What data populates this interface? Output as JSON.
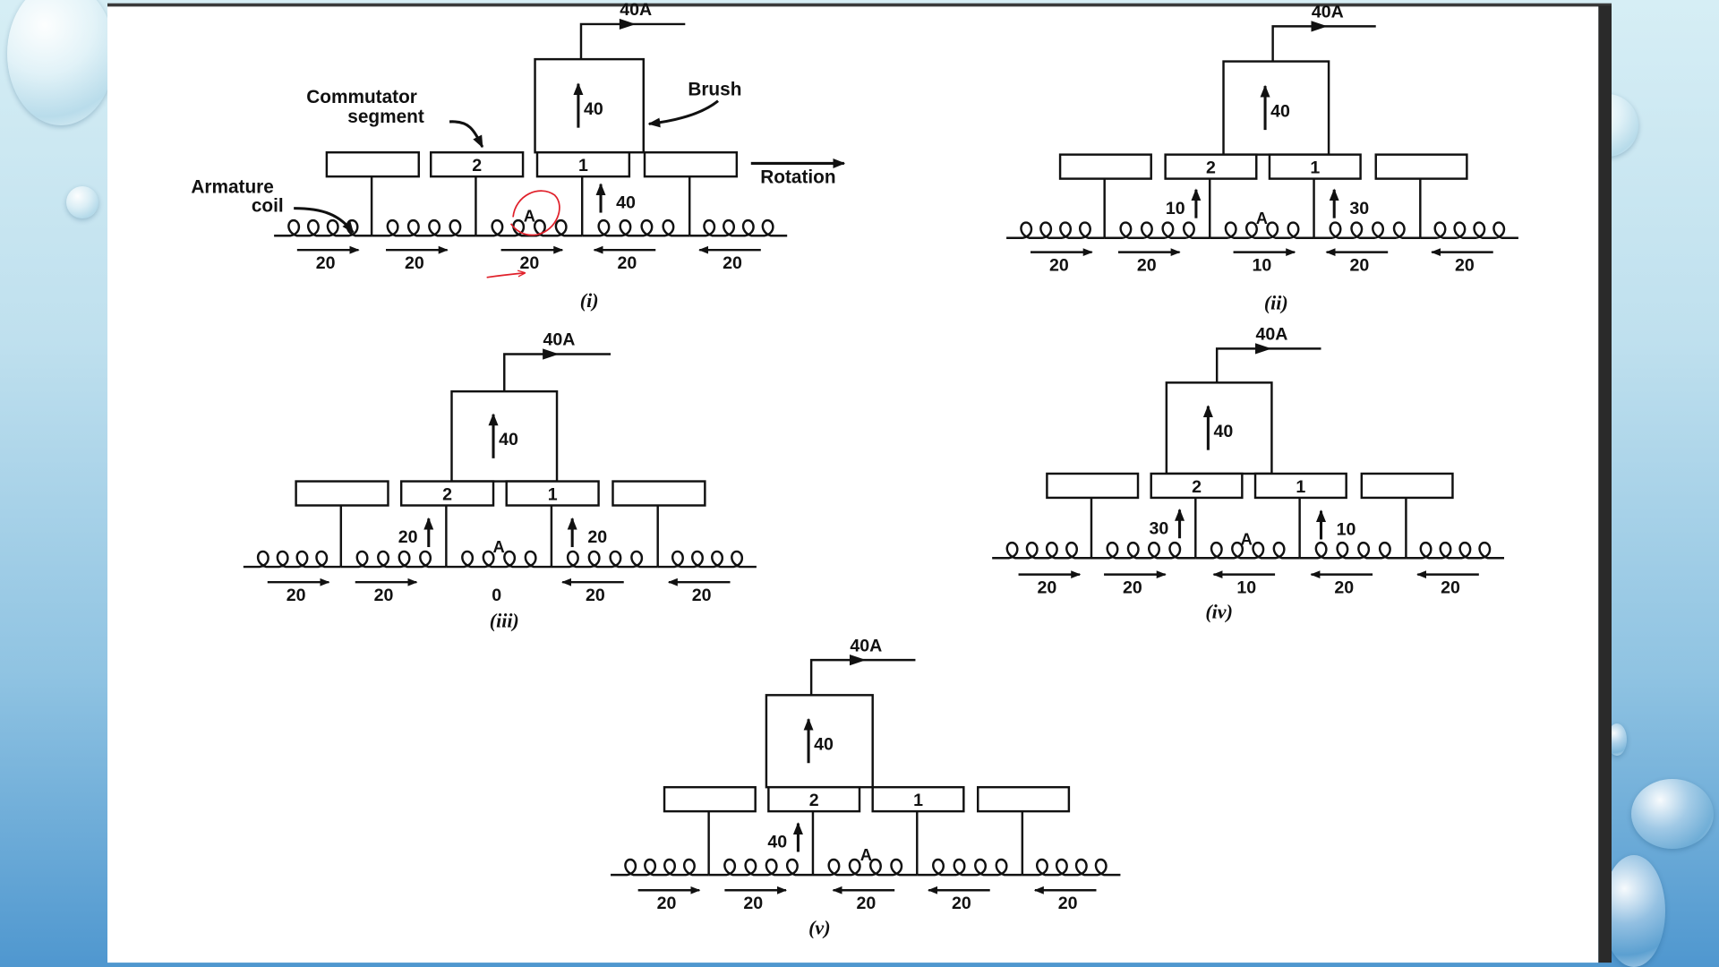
{
  "labels": {
    "commutator_segment": [
      "Commutator",
      "segment"
    ],
    "brush": "Brush",
    "rotation": "Rotation",
    "armature_coil": [
      "Armature",
      "coil"
    ]
  },
  "colors": {
    "ink": "#111111",
    "annotation": "#e0202a",
    "slide": "#ffffff",
    "frame": "#2a2a2a"
  },
  "diagrams": [
    {
      "caption": "(i)",
      "lead_label": "40A",
      "brush_current": "40",
      "segments": [
        "",
        "2",
        "1",
        ""
      ],
      "coil_label": "A",
      "coil_currents": [
        {
          "value": "20",
          "dir": "right"
        },
        {
          "value": "20",
          "dir": "right"
        },
        {
          "value": "20",
          "dir": "right"
        },
        {
          "value": "20",
          "dir": "left"
        },
        {
          "value": "20",
          "dir": "left"
        }
      ],
      "left_tap_current": "",
      "right_tap_current": "40"
    },
    {
      "caption": "(ii)",
      "lead_label": "40A",
      "brush_current": "40",
      "segments": [
        "",
        "2",
        "1",
        ""
      ],
      "coil_label": "A",
      "coil_currents": [
        {
          "value": "20",
          "dir": "right"
        },
        {
          "value": "20",
          "dir": "right"
        },
        {
          "value": "10",
          "dir": "right"
        },
        {
          "value": "20",
          "dir": "left"
        },
        {
          "value": "20",
          "dir": "left"
        }
      ],
      "left_tap_current": "10",
      "right_tap_current": "30"
    },
    {
      "caption": "(iii)",
      "lead_label": "40A",
      "brush_current": "40",
      "segments": [
        "",
        "2",
        "1",
        ""
      ],
      "coil_label": "A",
      "coil_currents": [
        {
          "value": "20",
          "dir": "right"
        },
        {
          "value": "20",
          "dir": "right"
        },
        {
          "value": "0",
          "dir": "none"
        },
        {
          "value": "20",
          "dir": "left"
        },
        {
          "value": "20",
          "dir": "left"
        }
      ],
      "left_tap_current": "20",
      "right_tap_current": "20"
    },
    {
      "caption": "(iv)",
      "lead_label": "40A",
      "brush_current": "40",
      "segments": [
        "",
        "2",
        "1",
        ""
      ],
      "coil_label": "A",
      "coil_currents": [
        {
          "value": "20",
          "dir": "right"
        },
        {
          "value": "20",
          "dir": "right"
        },
        {
          "value": "10",
          "dir": "left"
        },
        {
          "value": "20",
          "dir": "left"
        },
        {
          "value": "20",
          "dir": "left"
        }
      ],
      "left_tap_current": "30",
      "right_tap_current": "10"
    },
    {
      "caption": "(v)",
      "lead_label": "40A",
      "brush_current": "40",
      "segments": [
        "",
        "2",
        "1",
        ""
      ],
      "coil_label": "A",
      "coil_currents": [
        {
          "value": "20",
          "dir": "right"
        },
        {
          "value": "20",
          "dir": "right"
        },
        {
          "value": "20",
          "dir": "left"
        },
        {
          "value": "20",
          "dir": "left"
        },
        {
          "value": "20",
          "dir": "left"
        }
      ],
      "left_tap_current": "40",
      "right_tap_current": ""
    }
  ]
}
